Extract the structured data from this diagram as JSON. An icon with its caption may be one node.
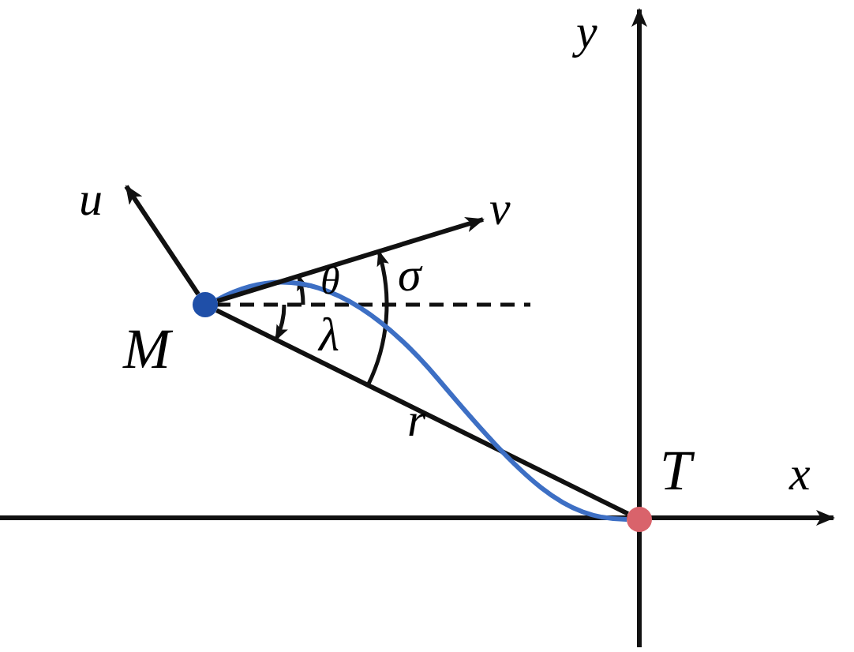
{
  "diagram": {
    "nodes": [
      {
        "text": [],
        "shape": "circle",
        "beside": [
          "M"
        ]
      },
      {
        "text": [],
        "shape": "circle",
        "beside": [
          "T"
        ]
      }
    ],
    "edges": [
      {
        "from": 0,
        "to": 1,
        "arrow": "none",
        "label": "r"
      },
      {
        "from": 0,
        "to": 1,
        "arrow": "none",
        "color": "#3d6fc4"
      },
      {
        "from": 0,
        "to": null,
        "arrow": "to",
        "label": "u"
      },
      {
        "from": 0,
        "to": null,
        "arrow": "to",
        "label": "v"
      }
    ],
    "labels": [
      "y",
      "θ",
      "σ",
      "λ",
      "x"
    ]
  }
}
